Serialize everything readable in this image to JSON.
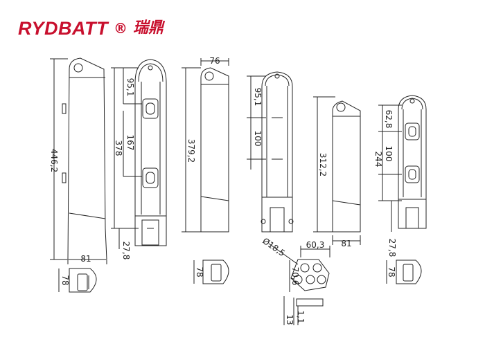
{
  "brand": {
    "name": "RYDBATT",
    "registered_mark": "®",
    "chinese_name": "瑞鼎",
    "color": "#c8102e"
  },
  "line_color": "#222222",
  "dimensions": {
    "length_446_2": "446,2",
    "width_81_a": "81",
    "depth_78_a": "78",
    "spacing_95_1_a": "95,1",
    "spacing_167": "167",
    "length_378": "378",
    "offset_27_8_a": "27,8",
    "width_76": "76",
    "length_379_2": "379,2",
    "depth_78_b": "78",
    "spacing_95_1_b": "95,1",
    "spacing_100_a": "100",
    "diameter_18_5": "Ø18,5",
    "connector_60_3": "60,3",
    "connector_70_6": "70,6",
    "pin_13": "13",
    "pin_1_1": "1,1",
    "length_312_2": "312,2",
    "width_81_b": "81",
    "spacing_62_8": "62,8",
    "spacing_100_b": "100",
    "length_244": "244",
    "offset_27_8_b": "27,8",
    "depth_78_c": "78"
  }
}
